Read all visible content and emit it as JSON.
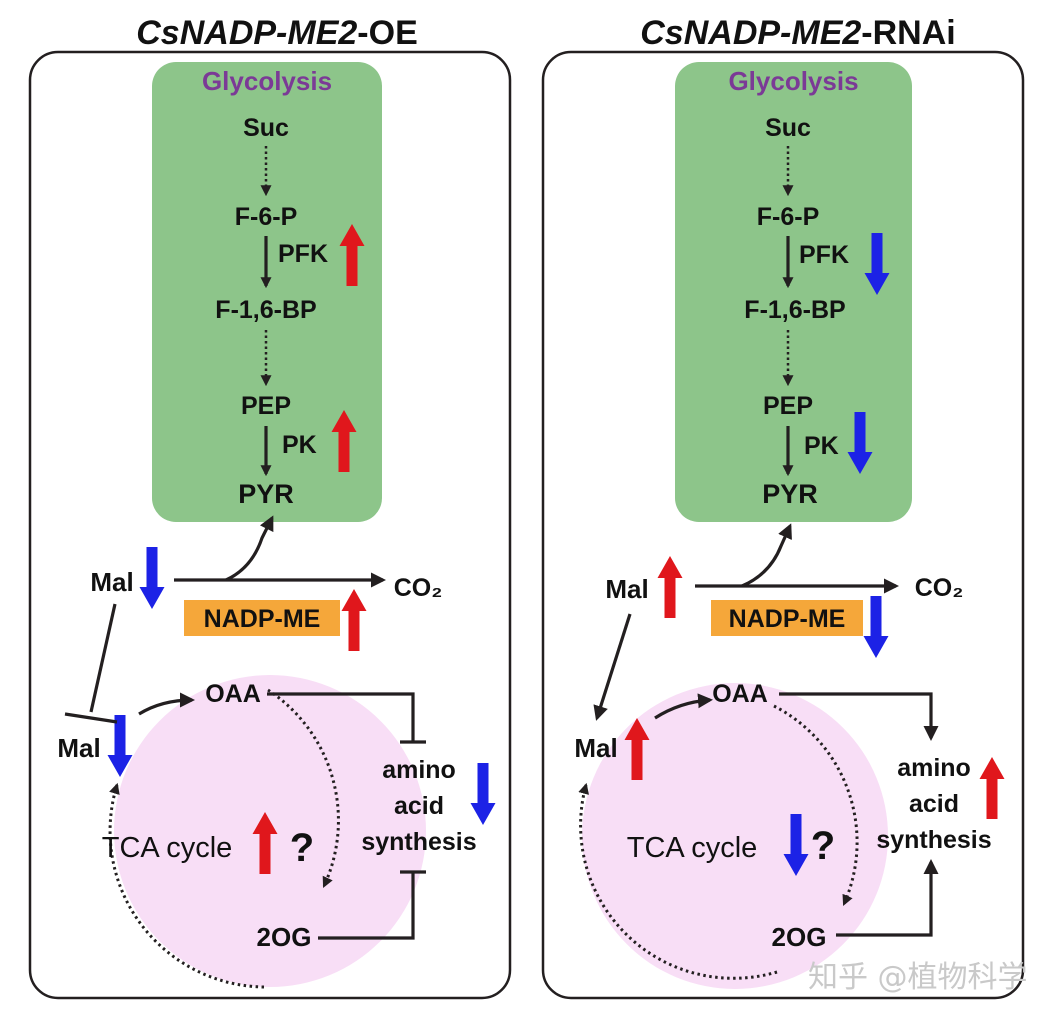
{
  "panels": [
    {
      "id": "oe",
      "title_gene": "CsNADP-ME2",
      "title_suffix": "-OE",
      "glycolysis_title": "Glycolysis",
      "metabolites": {
        "suc": "Suc",
        "f6p": "F-6-P",
        "f16bp": "F-1,6-BP",
        "pep": "PEP",
        "pyr": "PYR",
        "mal_top": "Mal",
        "co2": "CO₂",
        "mal_cycle": "Mal",
        "oaa": "OAA",
        "og": "2OG"
      },
      "enzymes": {
        "pfk": "PFK",
        "pk": "PK",
        "nadp_me": "NADP-ME"
      },
      "tca_label": "TCA cycle",
      "question": "?",
      "amino_lines": [
        "amino",
        "acid",
        "synthesis"
      ],
      "changes": {
        "pfk": "up",
        "pk": "up",
        "mal_top": "down",
        "nadp_me": "up",
        "mal_cycle": "down",
        "tca": "up",
        "amino": "down"
      },
      "regulation": {
        "mal_to_cycle": "inhibition",
        "oaa_to_amino": "inhibition",
        "og_to_amino": "inhibition"
      }
    },
    {
      "id": "rnai",
      "title_gene": "CsNADP-ME2",
      "title_suffix": "-RNAi",
      "glycolysis_title": "Glycolysis",
      "metabolites": {
        "suc": "Suc",
        "f6p": "F-6-P",
        "f16bp": "F-1,6-BP",
        "pep": "PEP",
        "pyr": "PYR",
        "mal_top": "Mal",
        "co2": "CO₂",
        "mal_cycle": "Mal",
        "oaa": "OAA",
        "og": "2OG"
      },
      "enzymes": {
        "pfk": "PFK",
        "pk": "PK",
        "nadp_me": "NADP-ME"
      },
      "tca_label": "TCA cycle",
      "question": "?",
      "amino_lines": [
        "amino",
        "acid",
        "synthesis"
      ],
      "changes": {
        "pfk": "down",
        "pk": "down",
        "mal_top": "up",
        "nadp_me": "down",
        "mal_cycle": "up",
        "tca": "down",
        "amino": "up"
      },
      "regulation": {
        "mal_to_cycle": "activation",
        "oaa_to_amino": "activation",
        "og_to_amino": "activation"
      }
    }
  ],
  "colors": {
    "up": "#e0171c",
    "down": "#1c22e6",
    "glycolysis_fill": "#8dc58a",
    "glycolysis_title": "#7b3a96",
    "nadp_me_fill": "#f5a73a",
    "tca_fill": "#f8def6",
    "line": "#231f20"
  },
  "watermark": "知乎 @植物科学"
}
